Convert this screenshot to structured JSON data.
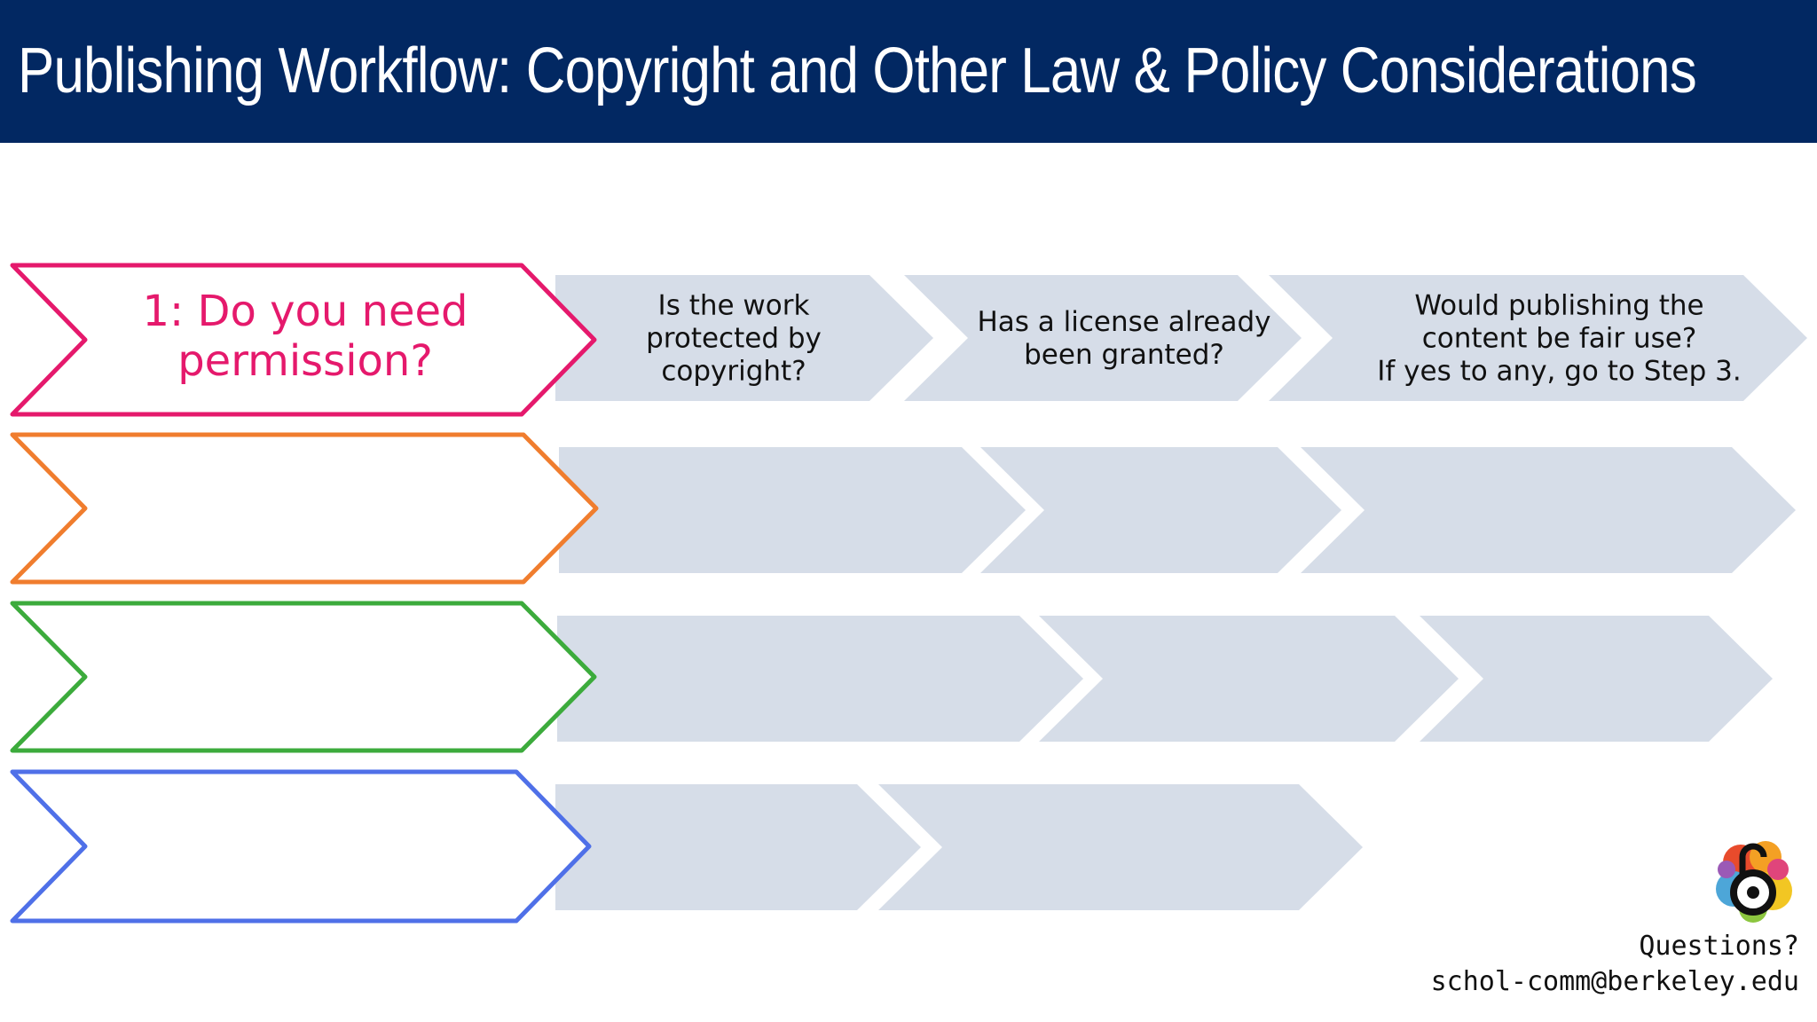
{
  "title": "Publishing Workflow: Copyright and Other Law & Policy Considerations",
  "colors": {
    "header_bg": "#022862",
    "chevron_fill": "#d6dde8",
    "row1": "#e5196c",
    "row2": "#f07d2e",
    "row3": "#3cab3c",
    "row4": "#4f70e8"
  },
  "rows": [
    {
      "step_lines": [
        "1: Do you need",
        "permission?"
      ],
      "chevrons": [
        {
          "lines": [
            "Is the work",
            "protected by",
            "copyright?"
          ]
        },
        {
          "lines": [
            "Has a license already",
            "been granted?"
          ]
        },
        {
          "lines": [
            "Would publishing the",
            "content be fair use?",
            "If yes to any, go to Step 3."
          ]
        }
      ]
    },
    {
      "step_lines": [],
      "chevrons": [
        {
          "lines": []
        },
        {
          "lines": []
        },
        {
          "lines": []
        }
      ]
    },
    {
      "step_lines": [],
      "chevrons": [
        {
          "lines": []
        },
        {
          "lines": []
        },
        {
          "lines": []
        }
      ]
    },
    {
      "step_lines": [],
      "chevrons": [
        {
          "lines": []
        },
        {
          "lines": []
        }
      ]
    }
  ],
  "contact": {
    "questions": "Questions?",
    "email": "schol-comm@berkeley.edu"
  },
  "logo": {
    "icon": "open-access-lock-icon"
  }
}
